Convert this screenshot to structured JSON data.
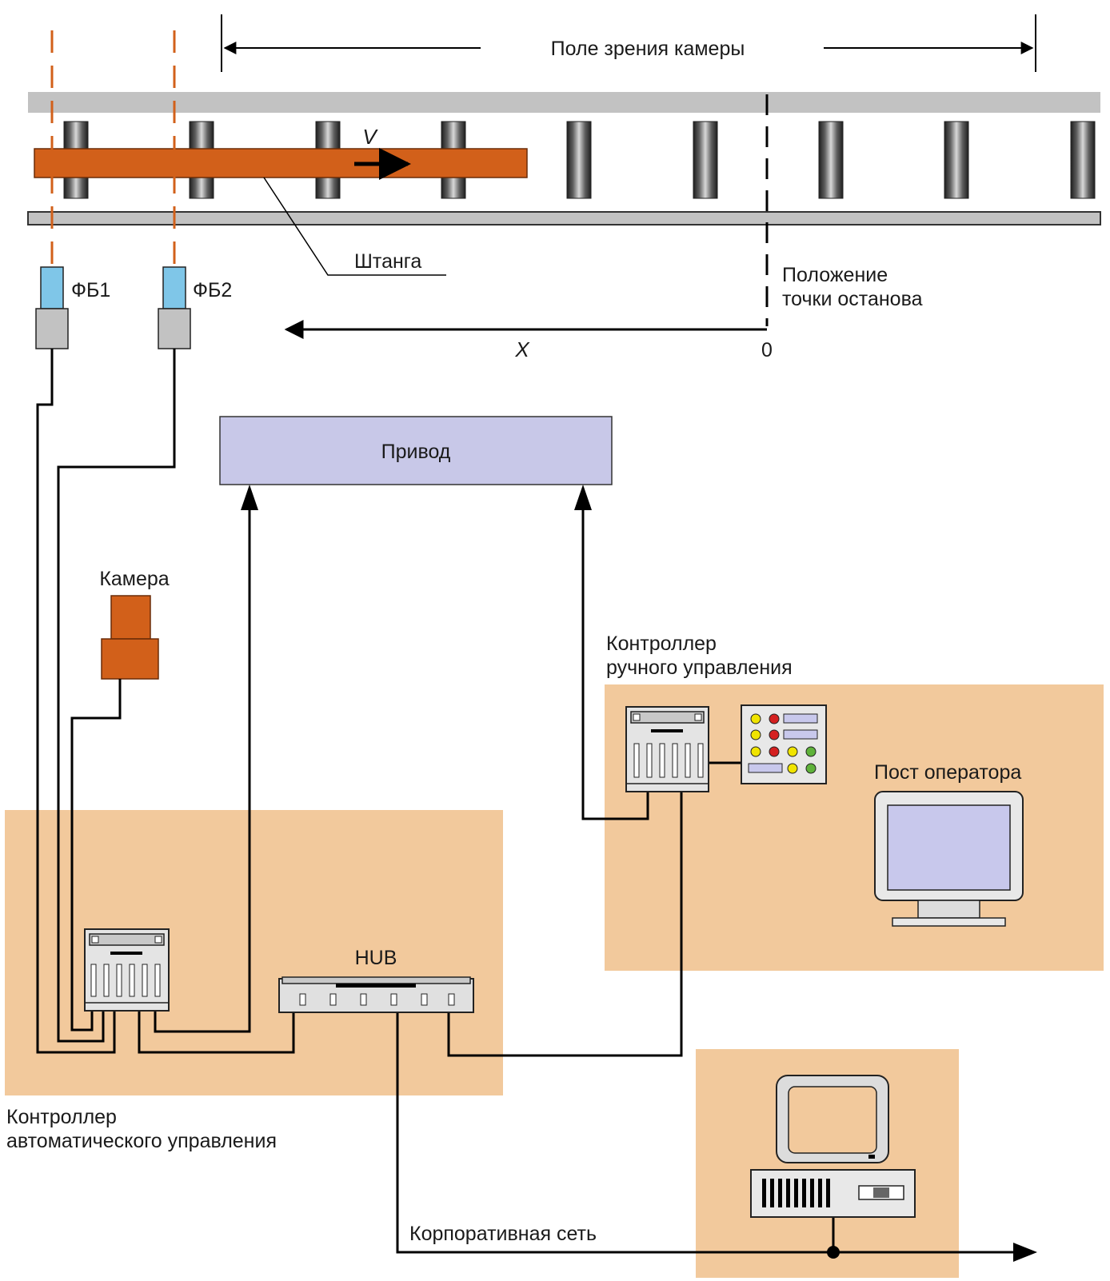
{
  "labels": {
    "field_of_view": "Поле зрения камеры",
    "velocity": "V",
    "bar": "Штанга",
    "fb1": "ФБ1",
    "fb2": "ФБ2",
    "stop_point_line1": "Положение",
    "stop_point_line2": "точки останова",
    "x_axis": "X",
    "origin": "0",
    "drive": "Привод",
    "camera": "Камера",
    "manual_ctrl_line1": "Контроллер",
    "manual_ctrl_line2": "ручного управления",
    "operator_post": "Пост оператора",
    "hub": "HUB",
    "auto_ctrl_line1": "Контроллер",
    "auto_ctrl_line2": "автоматического управления",
    "corporate_net": "Корпоративная сеть"
  },
  "colors": {
    "bar": "#d2601a",
    "zone": "#f2c99c",
    "sensor": "#7fc6e8",
    "rail": "#c2c2c2",
    "drive_box": "#c8c8e8",
    "screen": "#c8c8ec",
    "led_yellow": "#f0e400",
    "led_red": "#d42020",
    "led_green": "#5fb23a"
  },
  "icons": [
    "roller-icon",
    "photo-sensor-icon",
    "camera-icon",
    "plc-controller-icon",
    "control-panel-icon",
    "monitor-icon",
    "hub-icon",
    "computer-icon"
  ]
}
